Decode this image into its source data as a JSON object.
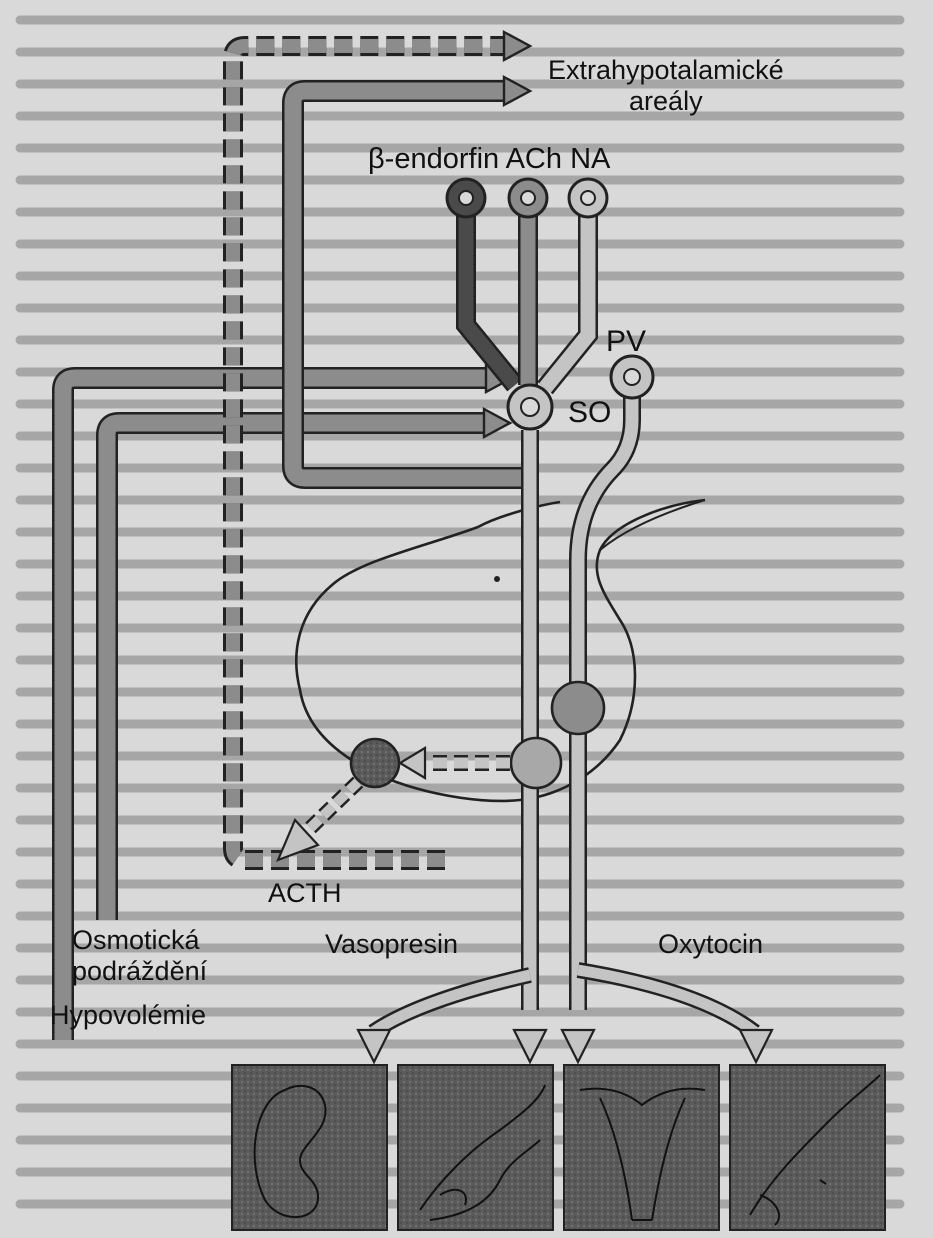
{
  "labels": {
    "extrahypothalamic_line1": "Extrahypotalamické",
    "extrahypothalamic_line2": "areály",
    "modulators": "β-endorfin ACh NA",
    "pv": "PV",
    "so": "SO",
    "acth": "ACTH",
    "osmotic_line1": "Osmotická",
    "osmotic_line2": "podráždění",
    "hypovolemia": "Hypovolémie",
    "vasopressin": "Vasopresin",
    "oxytocin": "Oxytocin"
  },
  "icons": {
    "target_organs": [
      "kidney-icon",
      "blood-vessel-icon",
      "uterus-icon",
      "breast-icon"
    ]
  },
  "colors": {
    "background": "#d9d9d9",
    "pathway_gray": "#8c8c8c",
    "pathway_light": "#c4c4c4",
    "dark_neuron": "#4a4a4a",
    "outline": "#222222",
    "organ_panel": "#5a5a5a"
  }
}
